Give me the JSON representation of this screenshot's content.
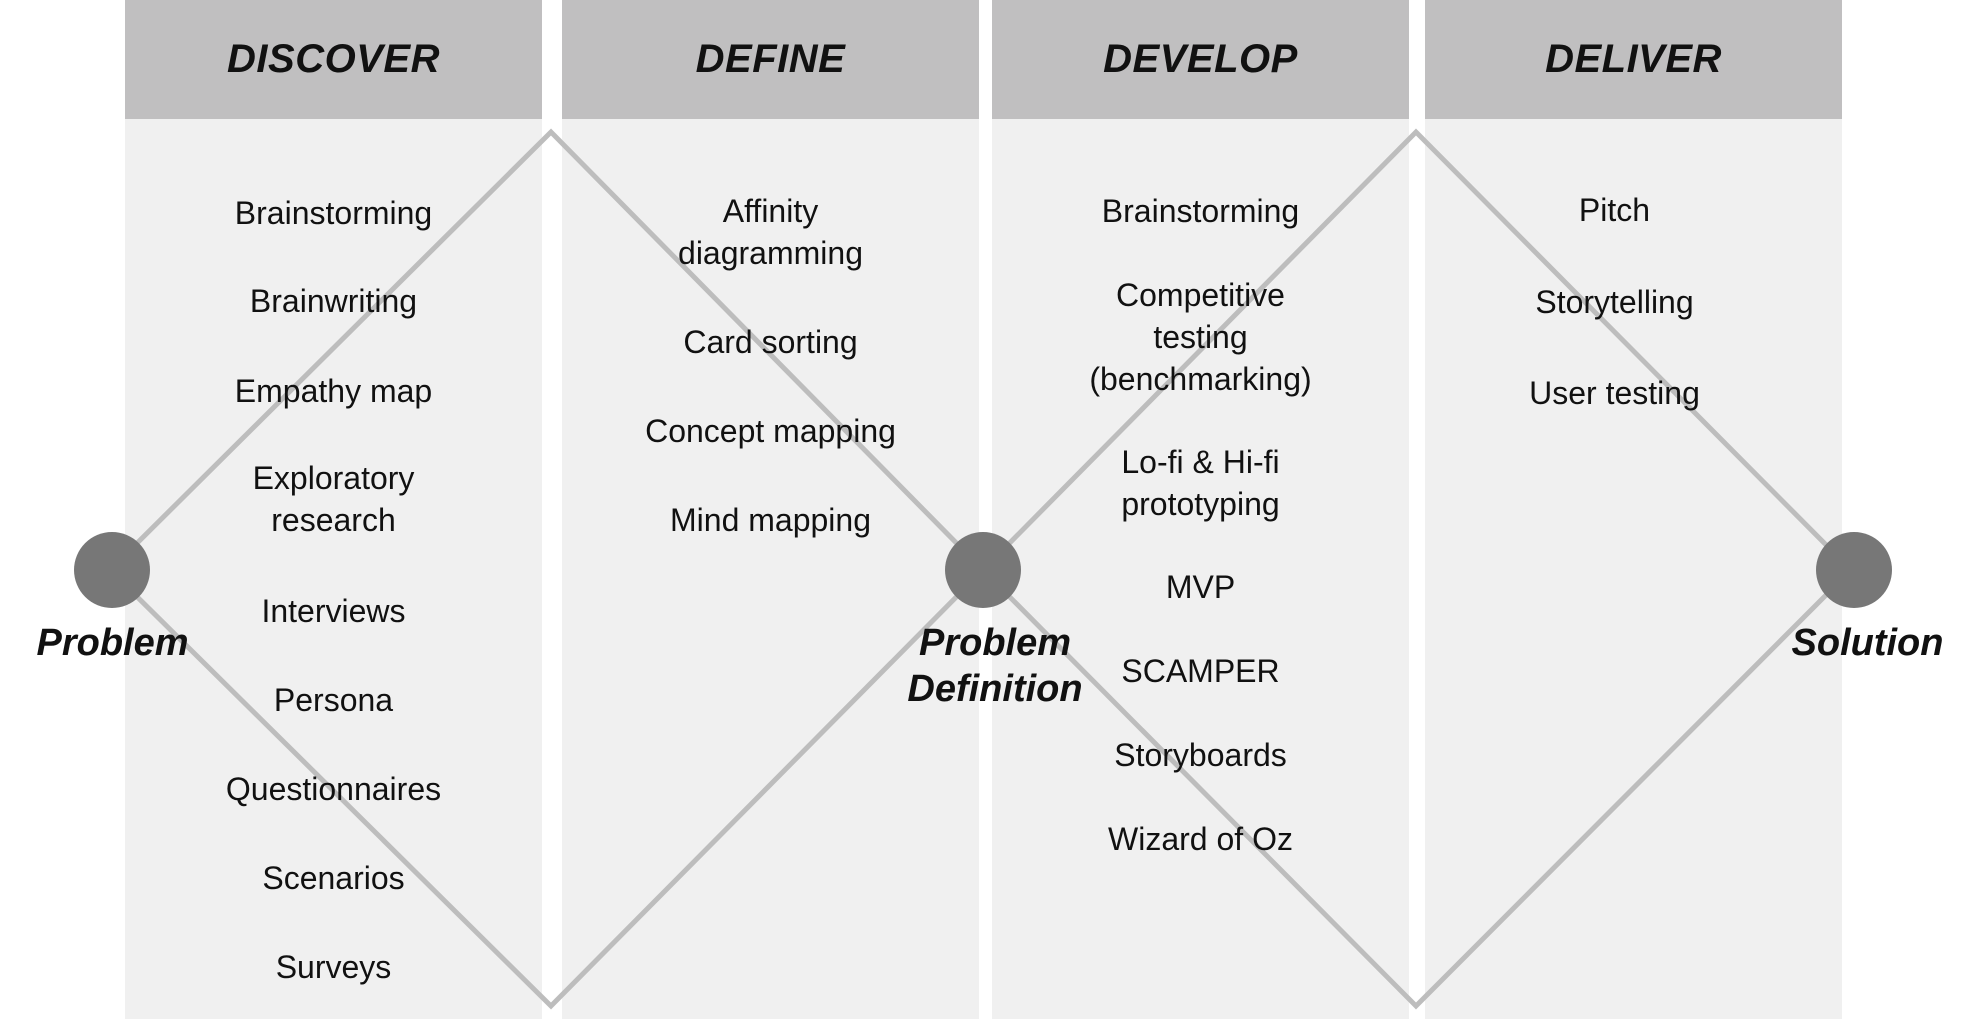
{
  "columns": [
    {
      "title": "DISCOVER",
      "items": [
        "Brainstorming",
        "Brainwriting",
        "Empathy map",
        "Exploratory\nresearch",
        "Interviews",
        "Persona",
        "Questionnaires",
        "Scenarios",
        "Surveys"
      ]
    },
    {
      "title": "DEFINE",
      "items": [
        "Affinity\ndiagramming",
        "Card sorting",
        "Concept mapping",
        "Mind mapping"
      ]
    },
    {
      "title": "DEVELOP",
      "items": [
        "Brainstorming",
        "Competitive\ntesting\n(benchmarking)",
        "Lo-fi & Hi-fi\nprototyping",
        "MVP",
        "SCAMPER",
        "Storyboards",
        "Wizard of Oz"
      ]
    },
    {
      "title": "DELIVER",
      "items": [
        "Pitch",
        "Storytelling",
        "User testing"
      ]
    }
  ],
  "nodes": {
    "start": "Problem",
    "middle": "Problem\nDefinition",
    "end": "Solution"
  },
  "colors": {
    "header": "#c0bfc0",
    "panel": "#f0f0f0",
    "line": "#bdbdbd",
    "node": "#777777"
  }
}
